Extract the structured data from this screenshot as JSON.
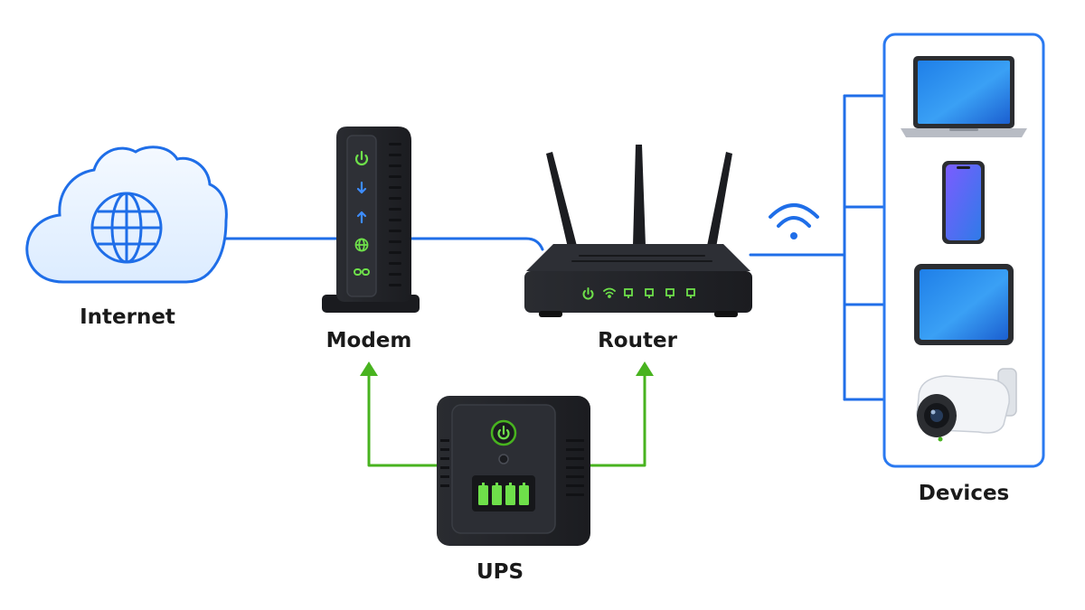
{
  "colors": {
    "link_blue": "#1f6ee8",
    "power_green": "#48b31f",
    "led_green": "#6ee04a",
    "led_blue": "#3d8cff",
    "device_dark": "#232529",
    "cloud_fill": "#eaf4ff",
    "panel_border": "#2a79f0"
  },
  "nodes": {
    "internet": {
      "label": "Internet",
      "icon": "globe-icon"
    },
    "modem": {
      "label": "Modem",
      "leds": [
        "power-icon",
        "download-arrow-icon",
        "upload-arrow-icon",
        "globe-icon",
        "link-icon"
      ]
    },
    "router": {
      "label": "Router",
      "leds": [
        "power-icon",
        "wifi-icon",
        "lan-port-icon",
        "lan-port-icon",
        "lan-port-icon",
        "lan-port-icon"
      ]
    },
    "ups": {
      "label": "UPS",
      "battery_level": 1.0
    },
    "devices": {
      "label": "Devices",
      "items": [
        "laptop-icon",
        "smartphone-icon",
        "tablet-icon",
        "security-camera-icon"
      ]
    }
  }
}
